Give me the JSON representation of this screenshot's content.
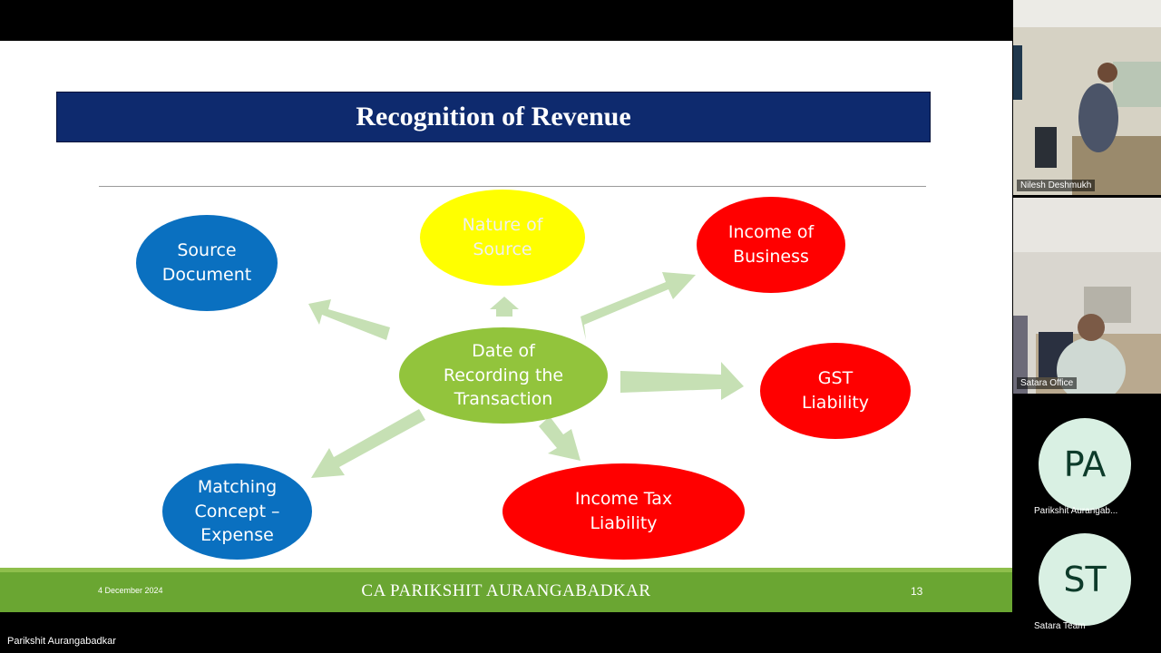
{
  "slide": {
    "title": "Recognition of Revenue",
    "nodes": {
      "source_document": "Source\nDocument",
      "nature_of_source": "Nature of\nSource",
      "income_of_business": "Income of\nBusiness",
      "date_of_recording": "Date of\nRecording the\nTransaction",
      "gst_liability": "GST\nLiability",
      "matching_concept": "Matching\nConcept –\nExpense",
      "income_tax_liability": "Income Tax\nLiability"
    },
    "footer": {
      "date": "4 December 2024",
      "author": "CA PARIKSHIT AURANGABADKAR",
      "page": "13"
    },
    "colors": {
      "title_bar": "#0e2a6e",
      "blue": "#0a70c0",
      "yellow": "#ffff00",
      "red": "#ff0000",
      "green": "#92c43c",
      "arrow": "#c6e0b4",
      "footer": "#6aa632"
    }
  },
  "presenter_label": "Parikshit Aurangabadkar",
  "participants": [
    {
      "name": "Nilesh Deshmukh",
      "type": "video"
    },
    {
      "name": "Satara Office",
      "type": "video"
    },
    {
      "name": "Parikshit Aurangab...",
      "initials": "PA",
      "type": "avatar"
    },
    {
      "name": "Satara Team",
      "initials": "ST",
      "type": "avatar"
    }
  ]
}
